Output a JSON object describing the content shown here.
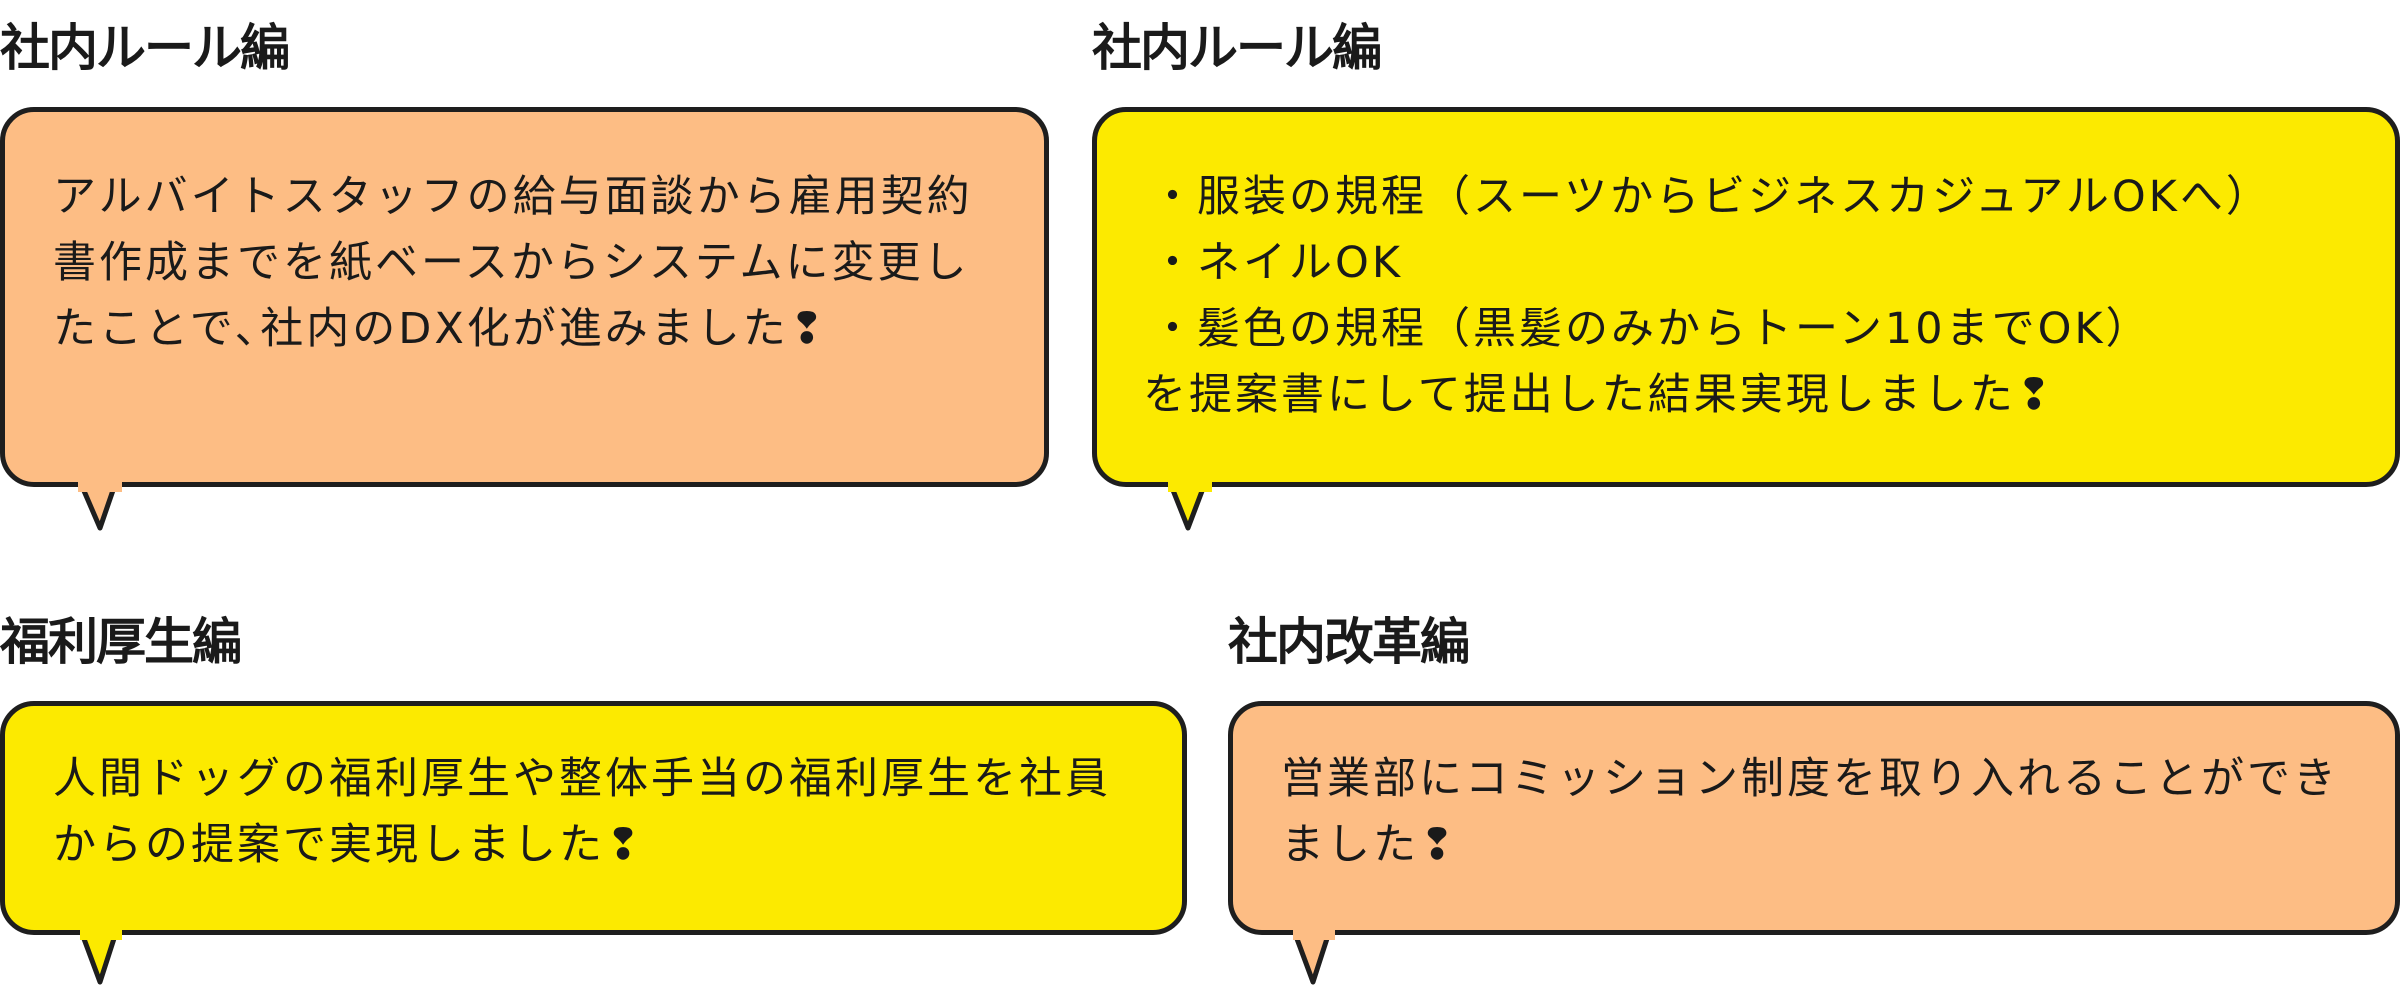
{
  "sections": [
    {
      "heading": "社内ルール編",
      "text": "アルバイトスタッフの給与面談から雇用契約書作成までを紙ベースからシステムに変更したことで､社内のDX化が進みました❢",
      "color": "#fdbd84"
    },
    {
      "heading": "社内ルール編",
      "lines": [
        "・服装の規程（スーツからビジネスカジュアルOKへ）",
        "・ネイルOK",
        "・髪色の規程（黒髪のみからトーン10までOK）",
        "を提案書にして提出した結果実現しました❢"
      ],
      "color": "#fcea00"
    },
    {
      "heading": "福利厚生編",
      "text": "人間ドッグの福利厚生や整体手当の福利厚生を社員からの提案で実現しました❢",
      "color": "#fcea00"
    },
    {
      "heading": "社内改革編",
      "text": "営業部にコミッション制度を取り入れることができました❢",
      "color": "#fdbd84"
    }
  ]
}
